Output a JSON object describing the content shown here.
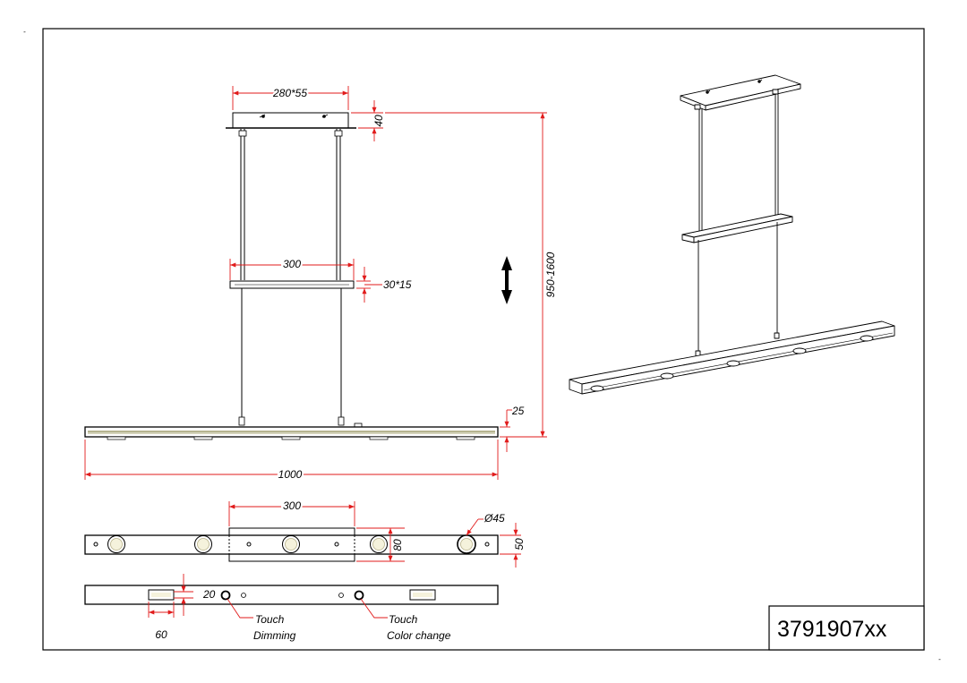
{
  "article_number": "3791907xx",
  "front_view": {
    "canopy_dim": "280*55",
    "canopy_height": "40",
    "bracket_width": "300",
    "bracket_dim": "30*15",
    "total_height": "950-1600",
    "bar_height": "25",
    "bar_length": "1000"
  },
  "bottom_view": {
    "bracket_width": "300",
    "spot_diameter": "Ø45",
    "bracket_depth": "80",
    "bar_width": "50"
  },
  "top_view": {
    "spacing": "20",
    "window_width": "60",
    "touch_dimming_line1": "Touch",
    "touch_dimming_line2": "Dimming",
    "touch_color_line1": "Touch",
    "touch_color_line2": "Color change"
  },
  "colors": {
    "dimension": "#e11b1b",
    "outline": "#000000"
  }
}
